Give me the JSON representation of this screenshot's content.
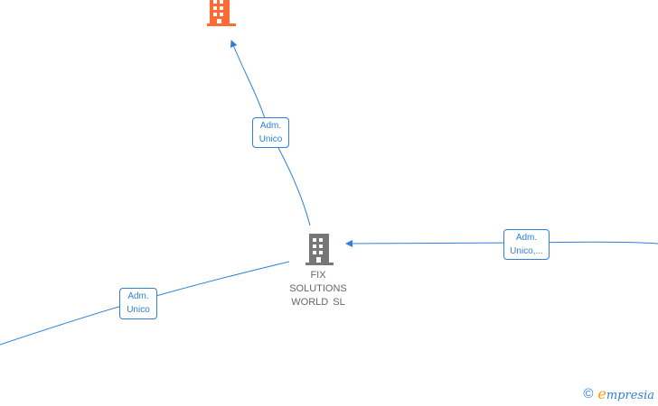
{
  "colors": {
    "edge": "#2f7fd8",
    "main_building": "#777777",
    "top_building": "#ff6b35",
    "watermark_accent": "#f39c12"
  },
  "nodes": {
    "main": {
      "lines": [
        "FIX",
        "SOLUTIONS",
        "WORLD  SL"
      ],
      "icon": "building-icon"
    },
    "top": {
      "icon": "building-icon"
    }
  },
  "edges": [
    {
      "id": "top",
      "lines": [
        "Adm.",
        "Unico"
      ]
    },
    {
      "id": "right",
      "lines": [
        "Adm.",
        "Unico,..."
      ]
    },
    {
      "id": "left",
      "lines": [
        "Adm.",
        "Unico"
      ]
    }
  ],
  "watermark": {
    "copyright": "©",
    "brand_initial": "e",
    "brand_rest": "mpresia"
  }
}
